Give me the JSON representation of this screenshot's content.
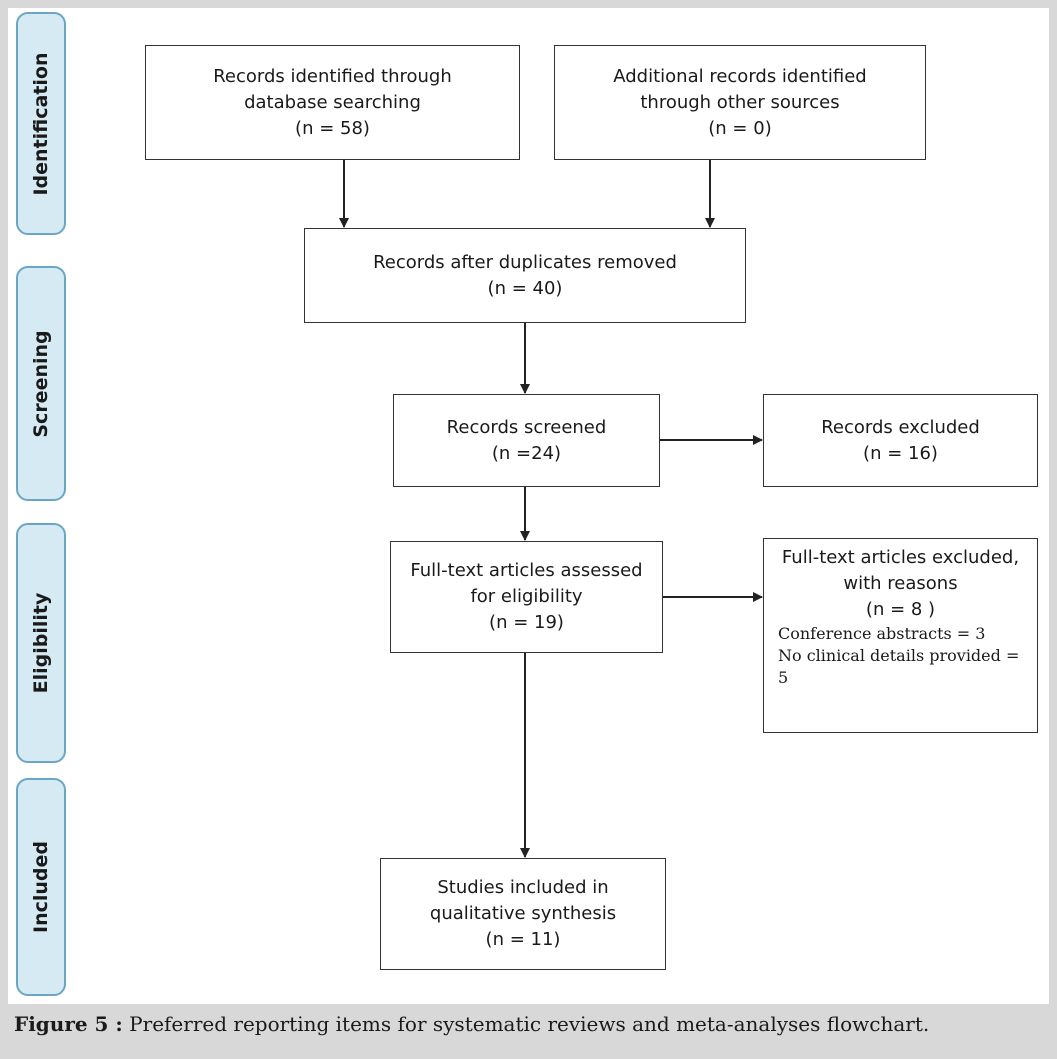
{
  "phases": {
    "identification": "Identification",
    "screening": "Screening",
    "eligibility": "Eligibility",
    "included": "Included"
  },
  "boxes": {
    "database_records": {
      "line1": "Records identified through",
      "line2": "database searching",
      "count": "(n = 58)"
    },
    "other_records": {
      "line1": "Additional records identified",
      "line2": "through other sources",
      "count": "(n = 0)"
    },
    "after_duplicates": {
      "line1": "Records after duplicates removed",
      "count": "(n = 40)"
    },
    "screened": {
      "line1": "Records screened",
      "count": "(n =24)"
    },
    "excluded": {
      "line1": "Records excluded",
      "count": "(n = 16)"
    },
    "fulltext_assessed": {
      "line1": "Full-text articles assessed",
      "line2": "for eligibility",
      "count": "(n = 19)"
    },
    "fulltext_excluded": {
      "line1": "Full-text articles excluded,",
      "line2": "with reasons",
      "count": "(n = 8 )",
      "reason1": "Conference abstracts = 3",
      "reason2": "No clinical details provided =",
      "reason3": "5"
    },
    "included_studies": {
      "line1": "Studies included in",
      "line2": "qualitative synthesis",
      "count": "(n = 11)"
    }
  },
  "caption": {
    "label": "Figure 5 :",
    "text": "Preferred reporting items for systematic reviews and meta-analyses flowchart."
  },
  "colors": {
    "phase_fill": "#d5eaf3",
    "phase_border": "#6aa6c3",
    "box_border": "#333333",
    "background": "#d8d8d8"
  }
}
